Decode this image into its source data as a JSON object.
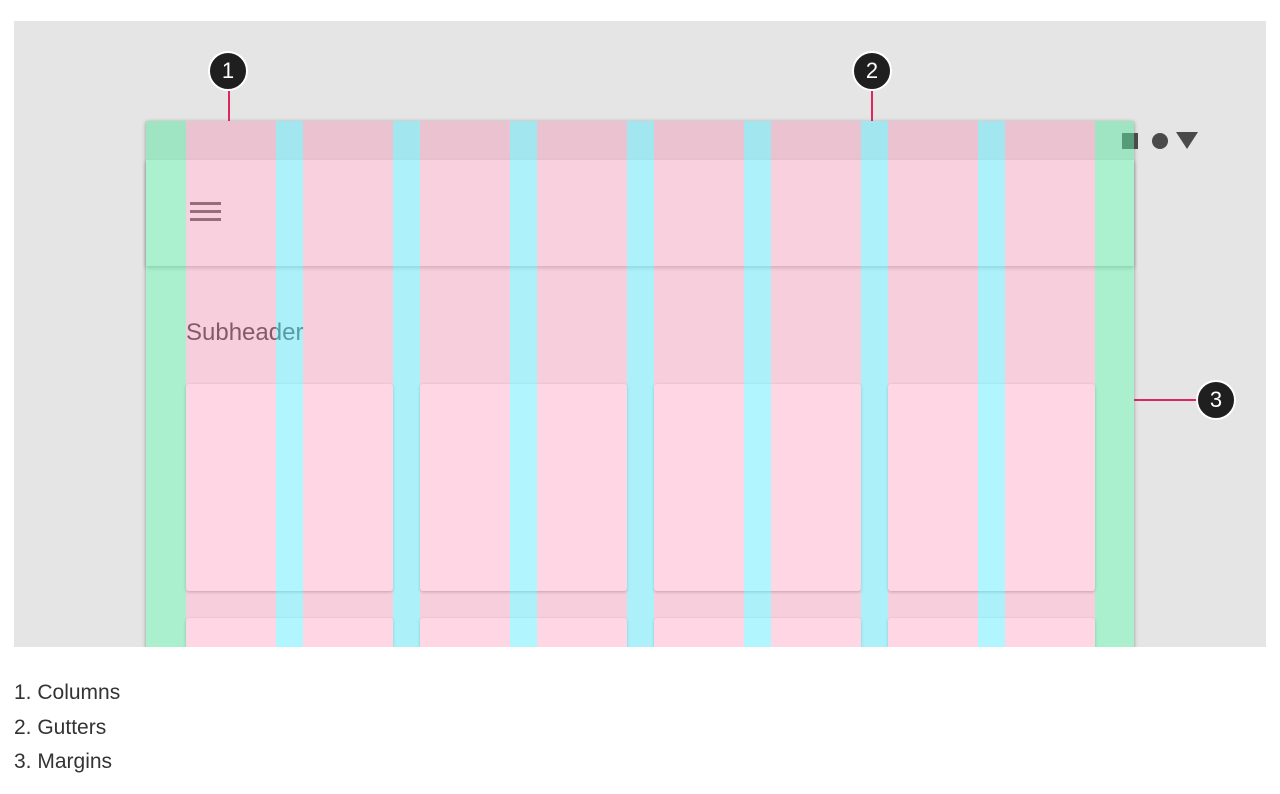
{
  "subheader": "Subheader",
  "callouts": [
    "1",
    "2",
    "3"
  ],
  "legend": [
    "1. Columns",
    "2. Gutters",
    "3. Margins"
  ],
  "icons": {
    "menu": "hamburger-menu-icon",
    "status": [
      "square-icon",
      "circle-icon",
      "triangle-icon"
    ]
  },
  "colors": {
    "margins": "#64EEAA",
    "columns": "#FFA0BE",
    "gutters": "#78F0FF",
    "callout_line": "#E0245E",
    "callout_badge": "#1F1F1F"
  }
}
